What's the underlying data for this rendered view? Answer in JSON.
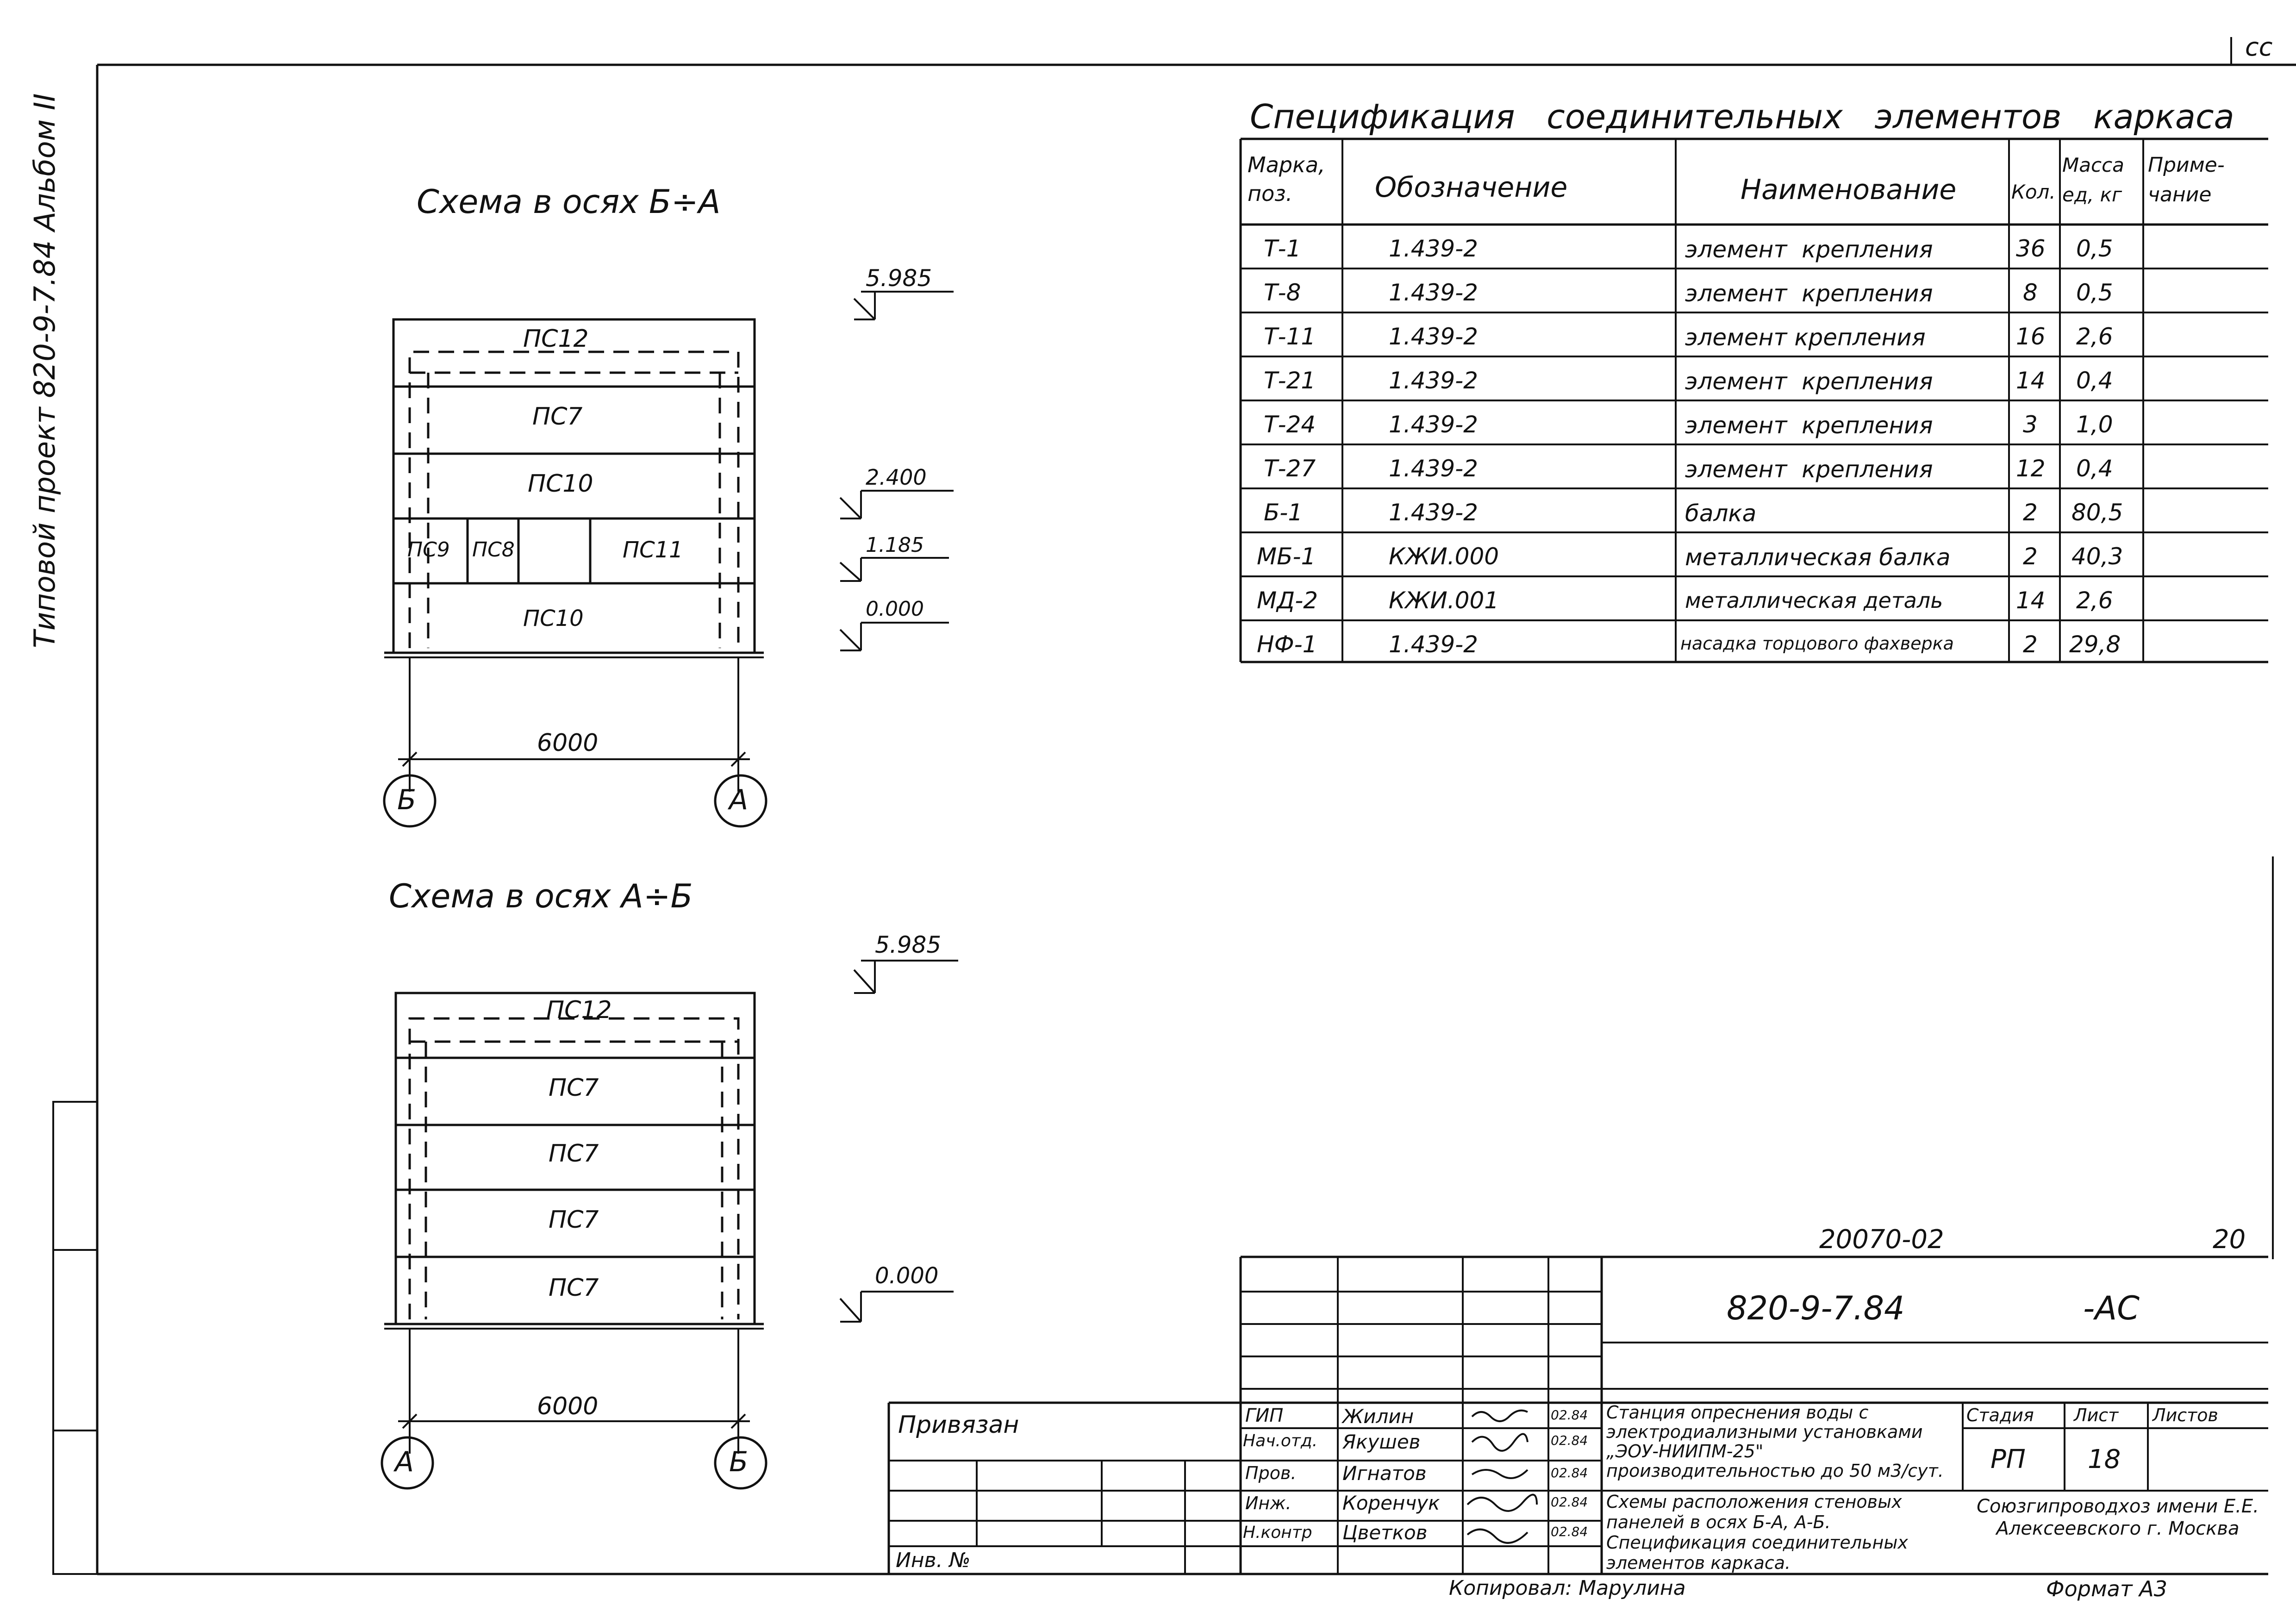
{
  "album": "Типовой проект 820-9-7.84  Альбом II",
  "corner_mark": "сс",
  "copied_by": "Копировал: Марулина",
  "format": "Формат А3",
  "scheme1": {
    "title": "Схема в осях Б÷А",
    "panels": [
      "ПС12",
      "ПС7",
      "ПС10",
      "ПС9",
      "ПС8",
      "ПС11",
      "ПС10"
    ],
    "levels": [
      "5.985",
      "2.400",
      "1.185",
      "0.000"
    ],
    "span": "6000",
    "axis_left": "Б",
    "axis_right": "А"
  },
  "scheme2": {
    "title": "Схема в осях А÷Б",
    "panels": [
      "ПС12",
      "ПС7",
      "ПС7",
      "ПС7",
      "ПС7"
    ],
    "levels": [
      "5.985",
      "0.000"
    ],
    "span": "6000",
    "axis_left": "А",
    "axis_right": "Б"
  },
  "spec": {
    "title": "Спецификация   соединительных   элементов   каркаса",
    "headers": [
      "Марка, поз.",
      "Обозначение",
      "Наименование",
      "Кол.",
      "Масса ед, кг",
      "Приме- чание"
    ],
    "rows": [
      [
        "Т-1",
        "1.439-2",
        "элемент  крепления",
        "36",
        "0,5",
        ""
      ],
      [
        "Т-8",
        "1.439-2",
        "элемент  крепления",
        "8",
        "0,5",
        ""
      ],
      [
        "Т-11",
        "1.439-2",
        "элемент крепления",
        "16",
        "2,6",
        ""
      ],
      [
        "Т-21",
        "1.439-2",
        "элемент  крепления",
        "14",
        "0,4",
        ""
      ],
      [
        "Т-24",
        "1.439-2",
        "элемент  крепления",
        "3",
        "1,0",
        ""
      ],
      [
        "Т-27",
        "1.439-2",
        "элемент  крепления",
        "12",
        "0,4",
        ""
      ],
      [
        "Б-1",
        "1.439-2",
        "балка",
        "2",
        "80,5",
        ""
      ],
      [
        "МБ-1",
        "КЖИ.000",
        "металлическая балка",
        "2",
        "40,3",
        ""
      ],
      [
        "МД-2",
        "КЖИ.001",
        "металлическая деталь",
        "14",
        "2,6",
        ""
      ],
      [
        "НФ-1",
        "1.439-2",
        "насадка торцового фахверка",
        "2",
        "29,8",
        ""
      ]
    ]
  },
  "stamp": {
    "inv_code": "20070-02",
    "sheet_corner": "20",
    "doc_code": "820-9-7.84",
    "doc_suffix": "-АС",
    "privyazan": "Привязан",
    "inv_no": "Инв. №",
    "roles": [
      {
        "role": "ГИП",
        "name": "Жилин",
        "date": "02.84"
      },
      {
        "role": "Нач.отд.",
        "name": "Якушев",
        "date": "02.84"
      },
      {
        "role": "Пров.",
        "name": "Игнатов",
        "date": "02.84"
      },
      {
        "role": "Инж.",
        "name": "Коренчук",
        "date": "02.84"
      },
      {
        "role": "Н.контр",
        "name": "Цветков",
        "date": "02.84"
      }
    ],
    "project_title": "Станция опреснения воды с электродиализными установками „ЭОУ-НИИПМ-25\" производительностью до 50 м3/сут.",
    "sheet_title": "Схемы расположения стеновых панелей в осях Б-А, А-Б. Спецификация соединительных элементов каркаса.",
    "stage_label": "Стадия",
    "sheet_label": "Лист",
    "sheets_label": "Листов",
    "stage": "РП",
    "sheet": "18",
    "org": "Союзгипроводхоз имени Е.Е. Алексеевского г. Москва"
  }
}
